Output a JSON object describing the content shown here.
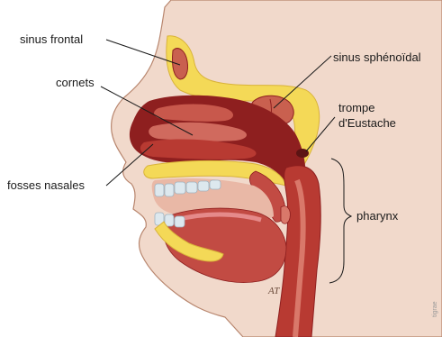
{
  "labels": {
    "sinus_frontal": "sinus frontal",
    "cornets": "cornets",
    "fosses_nasales": "fosses nasales",
    "sinus_sphenoidal": "sinus sphénoïdal",
    "trompe_line1": "trompe",
    "trompe_line2": "d'Eustache",
    "pharynx": "pharynx"
  },
  "credit": "tigrae",
  "signature": "AT",
  "colors": {
    "skin": "#f1d9cb",
    "skin_outline": "#b8866e",
    "bone": "#f4d957",
    "tissue_dark": "#8e1f1f",
    "tissue_mid": "#b83a32",
    "tissue_light": "#d9786a",
    "teeth": "#dde8ee",
    "gum": "#e58a8a",
    "tongue": "#c24b43"
  }
}
